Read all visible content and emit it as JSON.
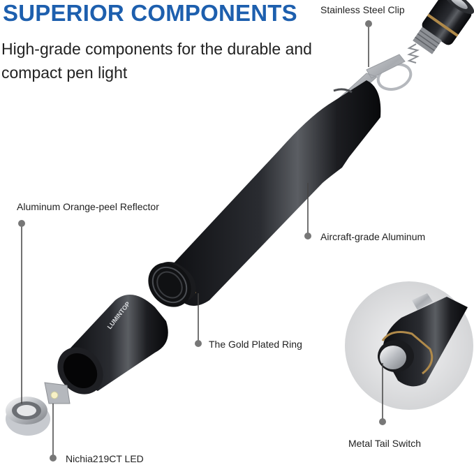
{
  "heading": {
    "title": "SUPERIOR COMPONENTS",
    "subtitle": "High-grade components for the durable and compact pen light"
  },
  "callouts": {
    "clip": "Stainless Steel Clip",
    "reflector": "Aluminum Orange-peel Reflector",
    "aluminum": "Aircraft-grade Aluminum",
    "ring": "The Gold Plated Ring",
    "switch": "Metal Tail Switch",
    "led": "Nichia219CT LED"
  },
  "brand_marking": "LUMINTOP",
  "colors": {
    "title": "#1d5fae",
    "callout_dot": "#777777",
    "body": "#1b1d21",
    "gold": "#b08a4a"
  }
}
